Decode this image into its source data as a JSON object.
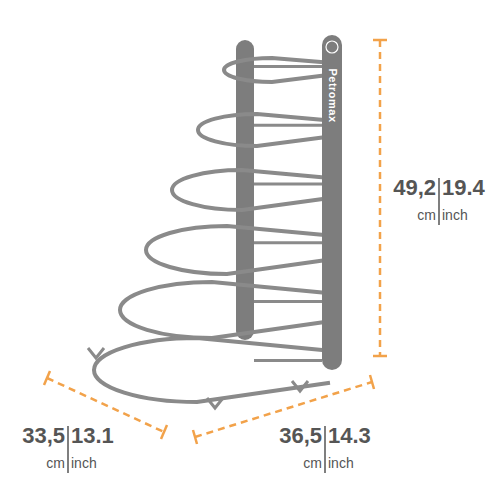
{
  "diagram": {
    "labels": [
      "49,2",
      "19.4",
      "cm",
      "inch",
      "33,5",
      "13.1",
      "cm",
      "inch",
      "36,5",
      "14.3",
      "cm",
      "inch",
      "Petromax"
    ]
  }
}
